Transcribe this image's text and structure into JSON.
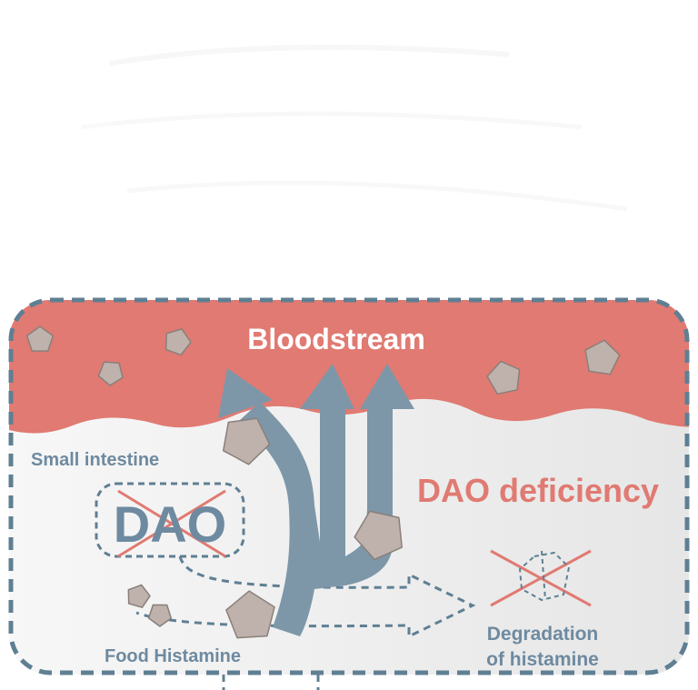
{
  "labels": {
    "bloodstream": "Bloodstream",
    "small_intestine": "Small intestine",
    "dao": "DAO",
    "dao_deficiency": "DAO deficiency",
    "food_histamine": "Food Histamine",
    "degradation_line1": "Degradation",
    "degradation_line2": "of histamine"
  },
  "colors": {
    "blood": "#e07a72",
    "intestine_bg": "#ebebeb",
    "dashed_border": "#5f7f93",
    "arrow_blue": "#7d97a9",
    "histamine_shape": "#bfb2ad",
    "histamine_stroke": "#8a7f7a",
    "cross_red": "#e07a72",
    "label_white": "#ffffff",
    "label_blue": "#6e8aa0",
    "label_red": "#e07a72"
  },
  "icons": {
    "histamine": "pentagon-icon",
    "cross": "x-cross-icon",
    "arrow": "dashed-arrow-icon"
  }
}
